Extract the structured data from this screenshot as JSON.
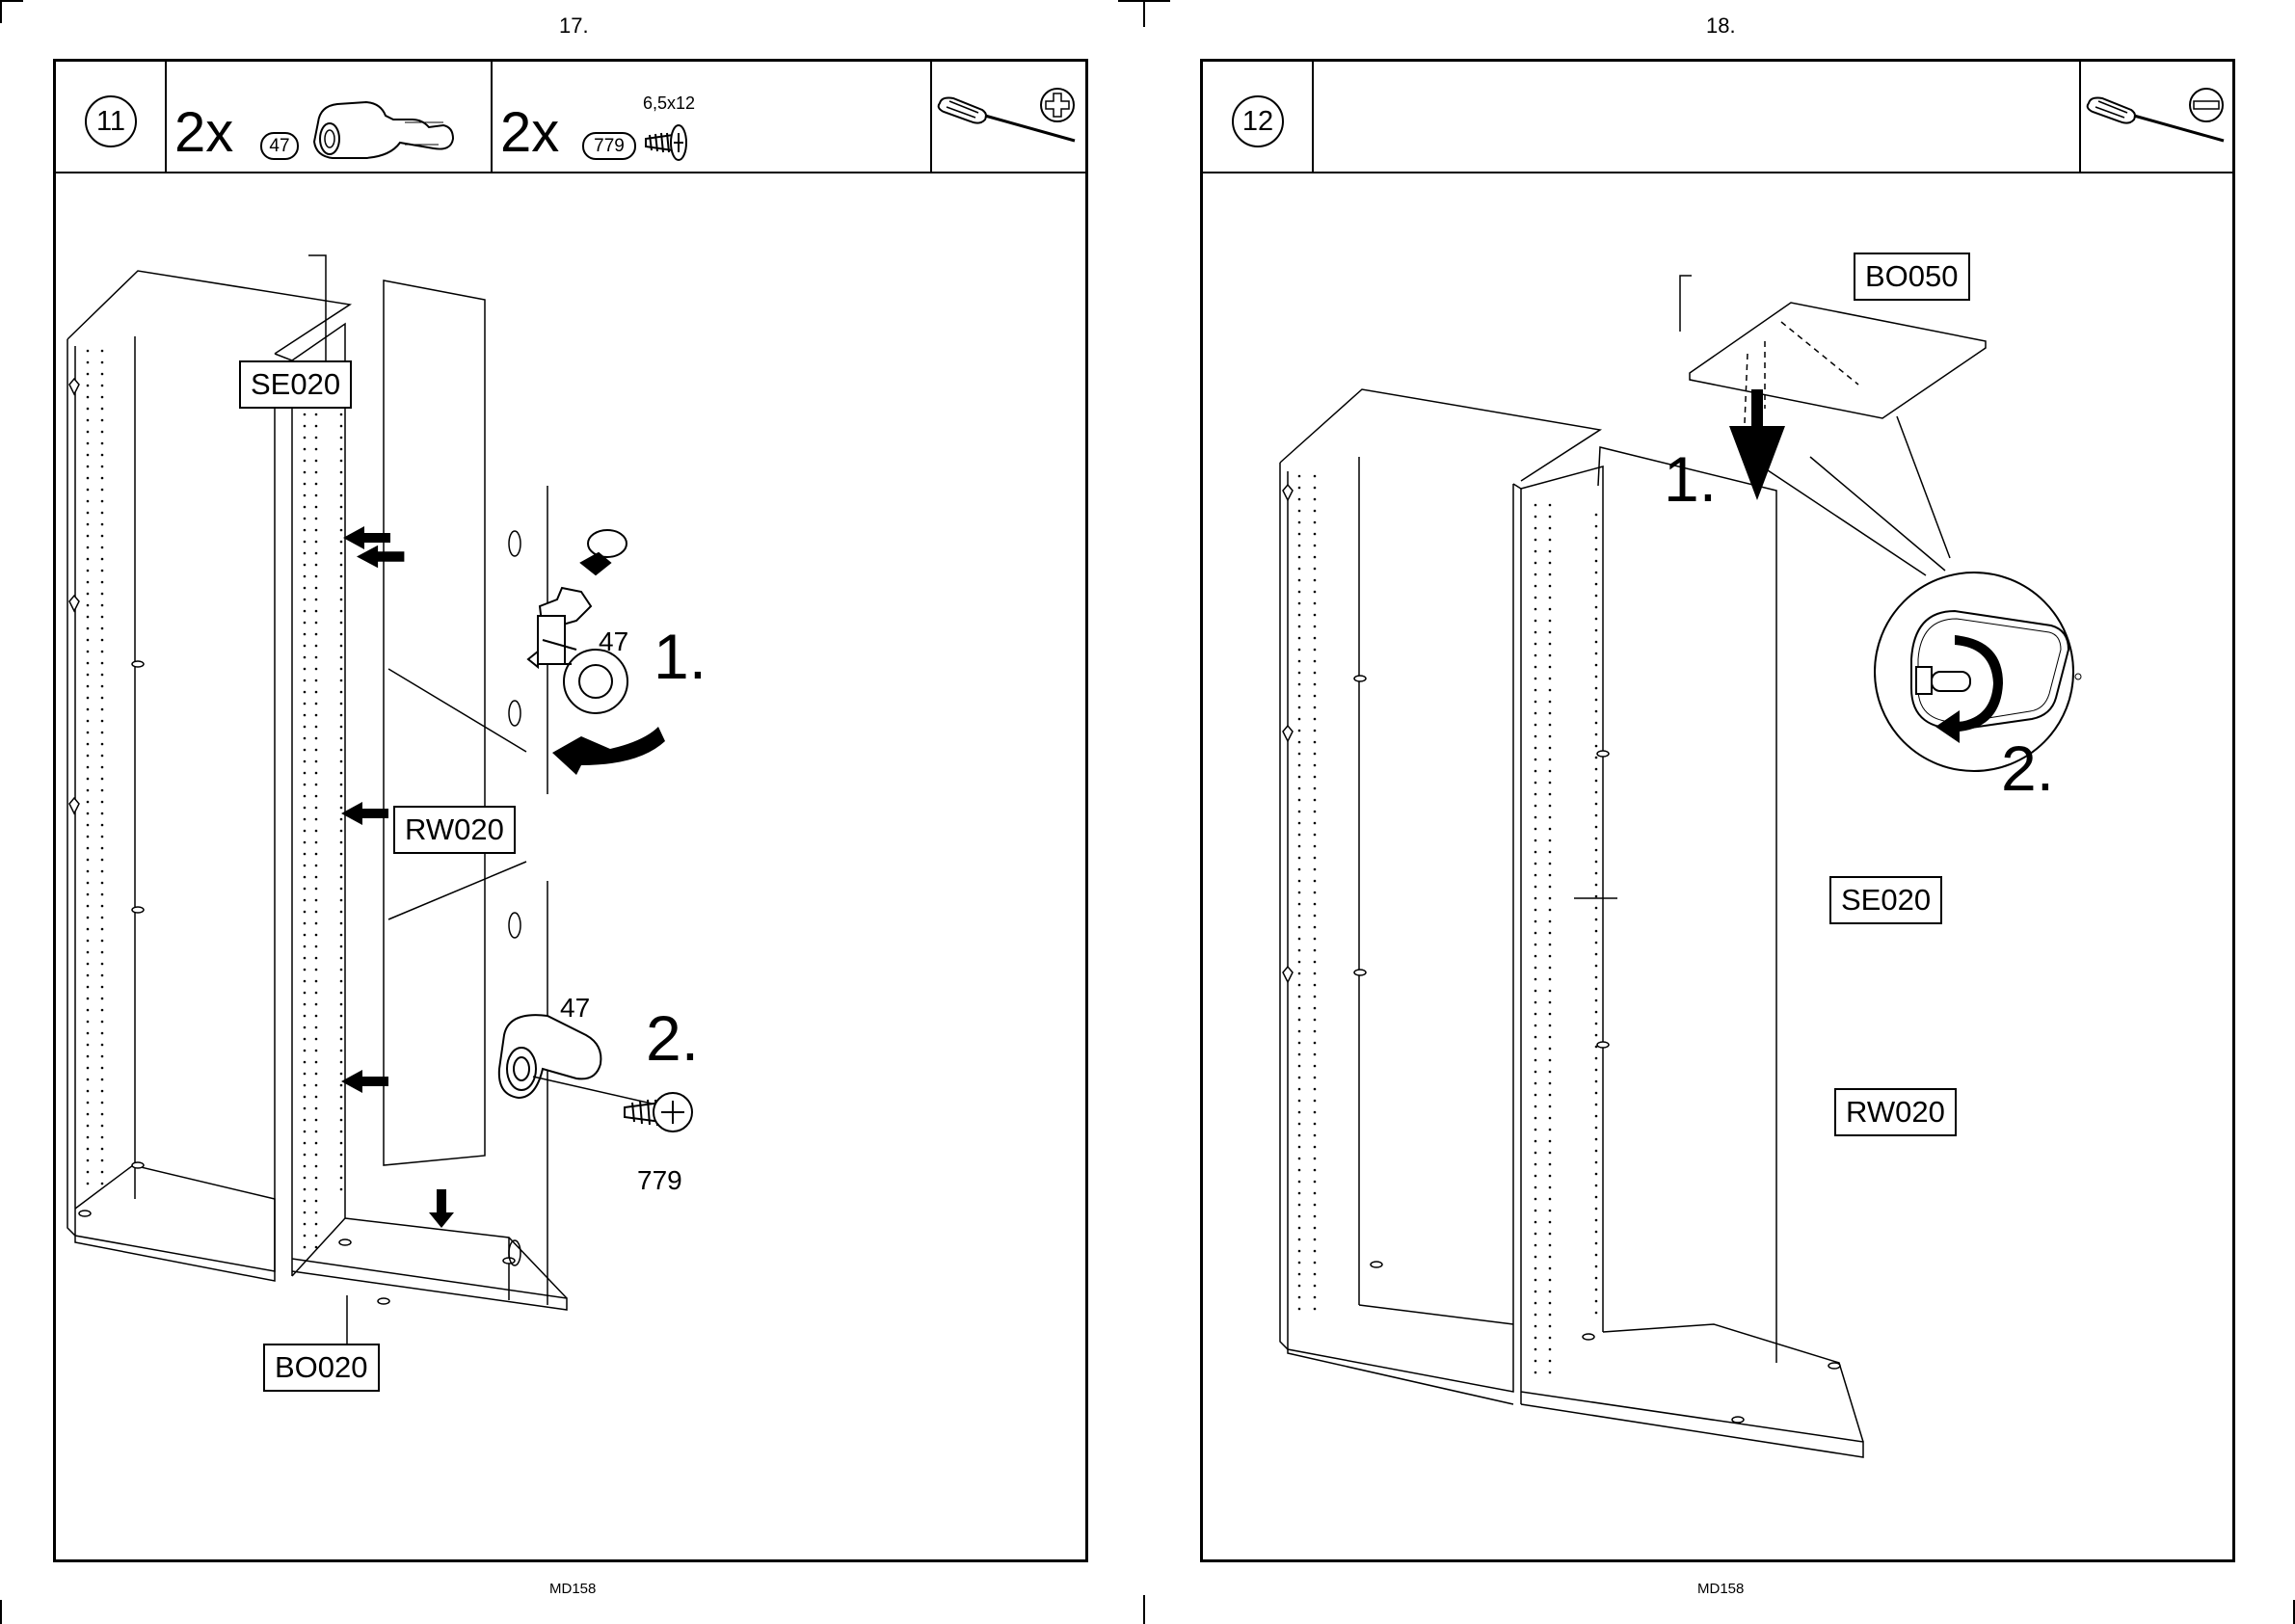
{
  "pages": [
    {
      "page_number": "17.",
      "footer": "MD158",
      "step": "11",
      "parts": [
        {
          "qty": "2x",
          "code": "47"
        },
        {
          "qty": "2x",
          "code": "779",
          "size": "6,5x12"
        }
      ],
      "tool": "phillips-screwdriver",
      "labels": {
        "side": "SE020",
        "back": "RW020",
        "bottom": "BO020"
      },
      "callouts": {
        "part_a": "47",
        "part_b": "47",
        "screw": "779",
        "step1": "1.",
        "step2": "2."
      }
    },
    {
      "page_number": "18.",
      "footer": "MD158",
      "step": "12",
      "tool": "flathead-screwdriver",
      "labels": {
        "top": "BO050",
        "side": "SE020",
        "back": "RW020"
      },
      "callouts": {
        "step1": "1.",
        "step2": "2."
      }
    }
  ]
}
